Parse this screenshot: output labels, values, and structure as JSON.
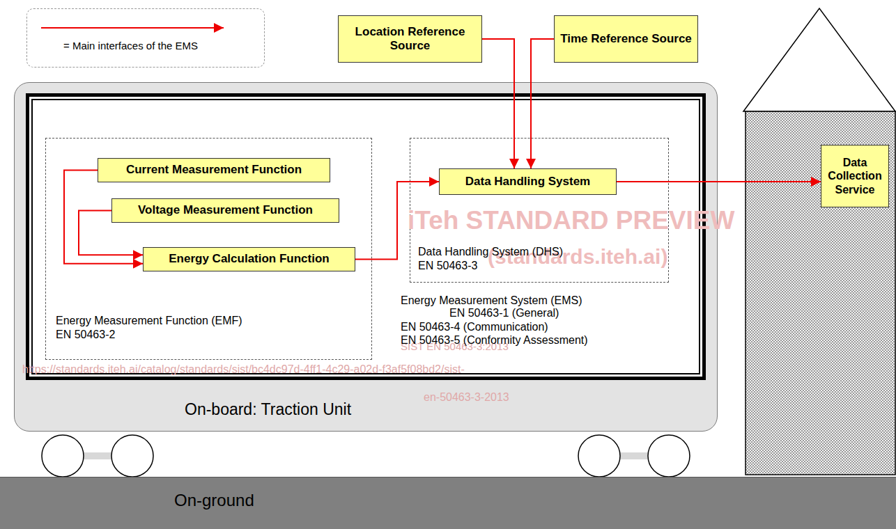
{
  "diagram": {
    "nodes": [
      {
        "text": [
          "Location Reference Source"
        ]
      },
      {
        "text": [
          "Time Reference Source"
        ]
      },
      {
        "text": [
          "On-board: Traction Unit"
        ]
      },
      {
        "text": [
          "Energy Measurement System (EMS)",
          "EN 50463-1 (General)",
          "EN 50463-4 (Communication)",
          "EN 50463-5 (Conformity Assessment)"
        ],
        "in": 2
      },
      {
        "text": [
          "Energy Measurement Function (EMF)",
          "EN 50463-2"
        ],
        "in": 3
      },
      {
        "text": [
          "Current Measurement Function"
        ],
        "in": 4
      },
      {
        "text": [
          "Voltage Measurement Function"
        ],
        "in": 4
      },
      {
        "text": [
          "Energy Calculation Function"
        ],
        "in": 4
      },
      {
        "text": [
          "Data Handling System (DHS)",
          "EN 50463-3"
        ],
        "in": 3
      },
      {
        "text": [
          "Data Handling System"
        ],
        "in": 8
      },
      {
        "text": [
          "Data Collection Service"
        ]
      },
      {
        "text": [
          "On-ground"
        ]
      }
    ],
    "edges": [
      {
        "from": 5,
        "to": 7,
        "arrow": "to"
      },
      {
        "from": 6,
        "to": 7,
        "arrow": "to"
      },
      {
        "from": 7,
        "to": 9,
        "arrow": "to"
      },
      {
        "from": 0,
        "to": 9,
        "arrow": "to"
      },
      {
        "from": 1,
        "to": 9,
        "arrow": "to"
      },
      {
        "from": 9,
        "to": 10,
        "arrow": "to"
      }
    ],
    "labels": [
      "iTeh STANDARD PREVIEW",
      "(standards.iteh.ai)",
      "SIST EN 50463-3:2013",
      "https://standards.iteh.ai/catalog/standards/sist/bc4dc97d-4ff1-4c29-a02d-f3af5f08bd2/sist-",
      "en-50463-3-2013"
    ],
    "legend": [
      {
        "text": "= Main interfaces of the EMS"
      }
    ]
  }
}
